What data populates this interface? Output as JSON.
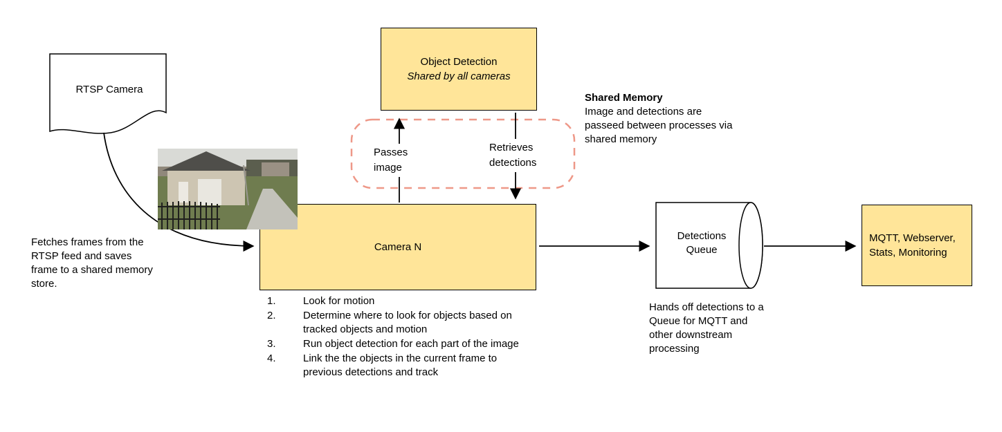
{
  "colors": {
    "canvas_bg": "#ffffff",
    "node_fill": "#ffe599",
    "node_border": "#000000",
    "shared_memory_dash": "#ee9888",
    "arrow": "#000000"
  },
  "nodes": {
    "rtsp_camera": {
      "label": "RTSP Camera"
    },
    "object_detection": {
      "title": "Object Detection",
      "subtitle": "Shared by all cameras"
    },
    "camera_n": {
      "label": "Camera N"
    },
    "detections_queue": {
      "label": "Detections Queue"
    },
    "outputs": {
      "label": "MQTT, Webserver, Stats, Monitoring"
    }
  },
  "edge_labels": {
    "passes_image": "Passes image",
    "retrieves_detections": "Retrieves detections"
  },
  "notes": {
    "fetch": "Fetches frames from the RTSP feed and saves frame to a shared memory store.",
    "shared_memory_title": "Shared Memory",
    "shared_memory_body": "Image and detections are passeed between processes via shared memory",
    "queue_handoff": "Hands off detections to a Queue for MQTT and other downstream processing"
  },
  "steps": [
    {
      "num": "1.",
      "text": "Look for motion"
    },
    {
      "num": "2.",
      "text": "Determine where to look for objects based on tracked objects and motion"
    },
    {
      "num": "3.",
      "text": "Run object detection for each part of the image"
    },
    {
      "num": "4.",
      "text": "Link the the objects in the current frame to previous detections and track"
    }
  ]
}
